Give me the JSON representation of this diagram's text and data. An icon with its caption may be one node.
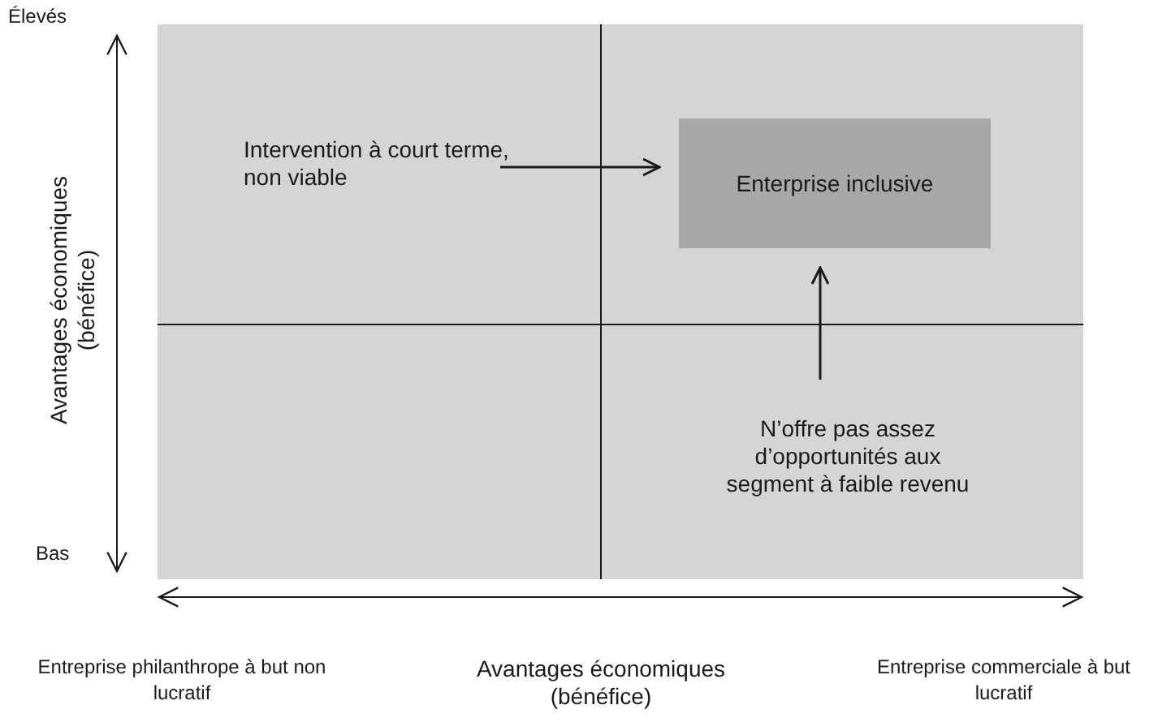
{
  "diagram": {
    "nodes": [
      {
        "text": [
          "Intervention à court terme, non viable"
        ]
      },
      {
        "text": [
          "Enterprise inclusive"
        ]
      },
      {
        "text": [
          "N’offre pas assez d’opportunités aux segment à faible revenu"
        ]
      }
    ],
    "edges": [
      {
        "from": 0,
        "to": 1,
        "arrow": "to"
      },
      {
        "from": 2,
        "to": 1,
        "arrow": "to"
      }
    ],
    "labels": [
      "Élevés",
      "Avantages économiques (bénéfice)",
      "Bas",
      "Entreprise philanthrope à but non lucratif",
      "Avantages économiques (bénéfice)",
      "Entreprise commerciale à but lucratif"
    ]
  }
}
